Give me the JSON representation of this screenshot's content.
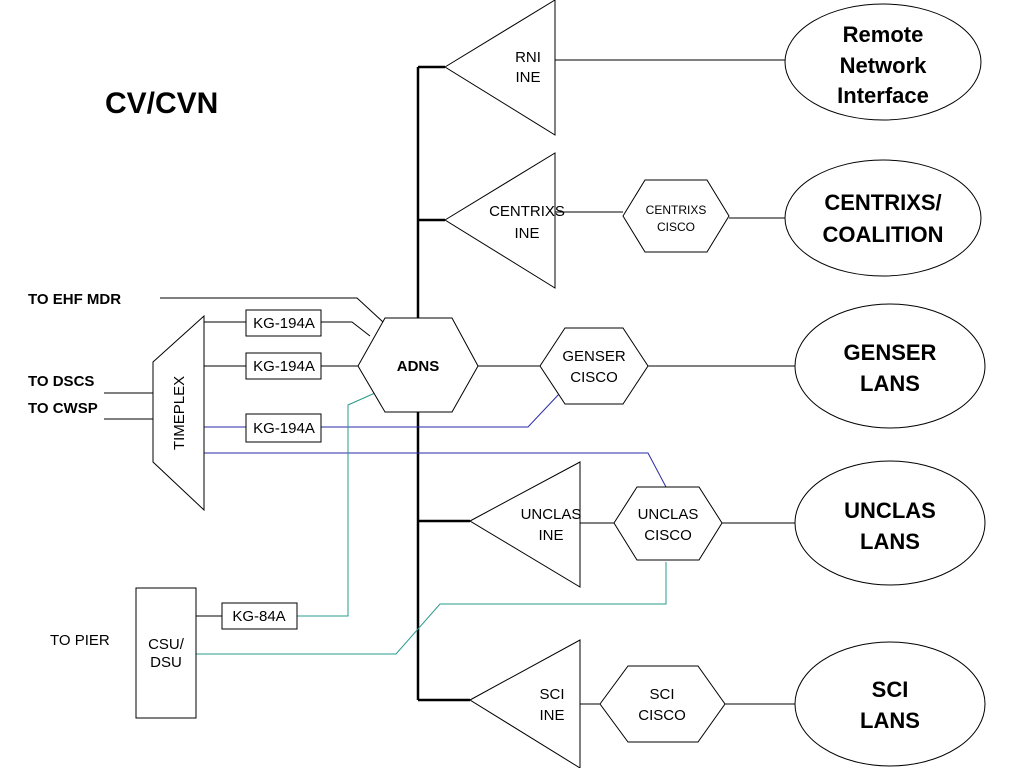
{
  "title": "CV/CVN",
  "colors": {
    "blue_line": "#2a2aa8",
    "teal_line": "#2a9a8c",
    "black": "#000000"
  },
  "external_labels": {
    "ehf": "TO EHF MDR",
    "dscs": "TO DSCS",
    "cwsp": "TO CWSP",
    "pier": "TO PIER"
  },
  "timeplex": "TIMEPLEX",
  "kg194a": [
    "KG-194A",
    "KG-194A",
    "KG-194A"
  ],
  "kg84a": "KG-84A",
  "csu_dsu": [
    "CSU/",
    "DSU"
  ],
  "adns": "ADNS",
  "ines": {
    "rni": [
      "RNI",
      "INE"
    ],
    "centrixs": [
      "CENTRIXS",
      "INE"
    ],
    "unclas": [
      "UNCLAS",
      "INE"
    ],
    "sci": [
      "SCI",
      "INE"
    ]
  },
  "ciscos": {
    "centrixs": [
      "CENTRIXS",
      "CISCO"
    ],
    "genser": [
      "GENSER",
      "CISCO"
    ],
    "unclas": [
      "UNCLAS",
      "CISCO"
    ],
    "sci": [
      "SCI",
      "CISCO"
    ]
  },
  "networks": {
    "remote": [
      "Remote",
      "Network",
      "Interface"
    ],
    "centrixs": [
      "CENTRIXS/",
      "COALITION"
    ],
    "genser": [
      "GENSER",
      "LANS"
    ],
    "unclas": [
      "UNCLAS",
      "LANS"
    ],
    "sci": [
      "SCI",
      "LANS"
    ]
  }
}
